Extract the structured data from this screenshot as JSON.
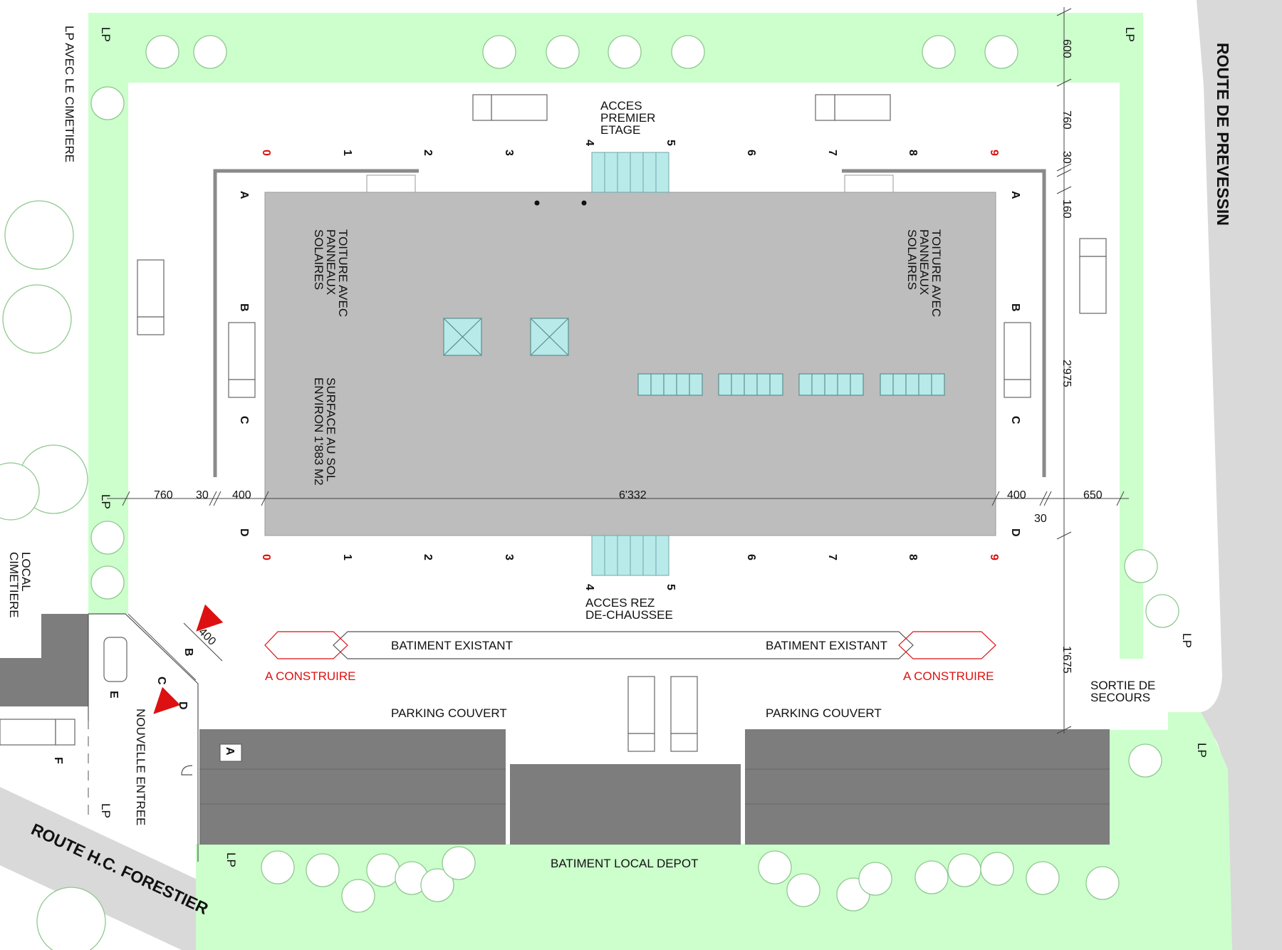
{
  "colors": {
    "green": "#ccffcc",
    "road": "#d9d9d9",
    "roof": "#bdbdbd",
    "parking": "#7d7d7d",
    "glass": "#b8eaea",
    "accent_red": "#dd1111",
    "tree_stroke": "#8fc98f"
  },
  "labels": {
    "route_prevessin": "ROUTE DE PREVESSIN",
    "route_forestier": "ROUTE H.C. FORESTIER",
    "lp_cimetiere": "LP AVEC LE CIMETIERE",
    "local_cimetiere_1": "LOCAL",
    "local_cimetiere_2": "CIMETIERE",
    "acces_premier_1": "ACCES",
    "acces_premier_2": "PREMIER",
    "acces_premier_3": "ETAGE",
    "acces_rez_1": "ACCES REZ",
    "acces_rez_2": "DE-CHAUSSEE",
    "toiture_1": "TOITURE AVEC",
    "toiture_2": "PANNEAUX",
    "toiture_3": "SOLAIRES",
    "surface_1": "SURFACE AU SOL",
    "surface_2": "ENVIRON 1'883 M2",
    "batiment_existant": "BATIMENT EXISTANT",
    "a_construire": "A CONSTRUIRE",
    "parking_couvert": "PARKING COUVERT",
    "batiment_local_depot": "BATIMENT LOCAL DEPOT",
    "sortie_1": "SORTIE DE",
    "sortie_2": "SECOURS",
    "nouvelle_entree": "NOUVELLE ENTREE",
    "lp": "LP"
  },
  "axes": {
    "grid_numbers": [
      "0",
      "1",
      "2",
      "3",
      "4",
      "5",
      "6",
      "7",
      "8",
      "9"
    ],
    "grid_letters": [
      "A",
      "B",
      "C",
      "D"
    ]
  },
  "entrance_letters": [
    "A",
    "B",
    "C",
    "D",
    "E",
    "F"
  ],
  "dimensions": {
    "top": "600",
    "d760_right": "760",
    "d30_right": "30",
    "d160": "160",
    "d2975": "2'975",
    "d1675": "1'675",
    "left_760": "760",
    "left_30": "30",
    "left_400": "400",
    "total_6332": "6'332",
    "right_400": "400",
    "right_30": "30",
    "right_650": "650",
    "diag_400": "400"
  }
}
